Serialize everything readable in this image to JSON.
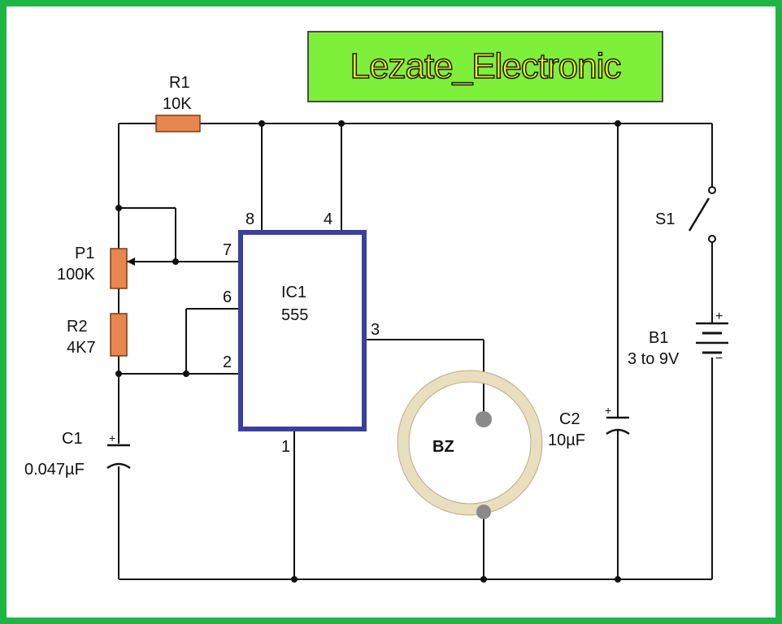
{
  "banner": {
    "text": "Lezate_Electronic"
  },
  "components": {
    "r1": {
      "name": "R1",
      "value": "10K"
    },
    "p1": {
      "name": "P1",
      "value": "100K"
    },
    "r2": {
      "name": "R2",
      "value": "4K7"
    },
    "c1": {
      "name": "C1",
      "value": "0.047µF",
      "polarity": "+"
    },
    "ic1": {
      "name": "IC1",
      "value": "555",
      "pins": {
        "p8": "8",
        "p4": "4",
        "p7": "7",
        "p6": "6",
        "p2": "2",
        "p3": "3",
        "p1": "1"
      }
    },
    "bz": {
      "name": "BZ"
    },
    "c2": {
      "name": "C2",
      "value": "10µF",
      "polarity": "+"
    },
    "s1": {
      "name": "S1"
    },
    "b1": {
      "name": "B1",
      "value": "3 to 9V",
      "plus": "+",
      "minus": "−"
    }
  },
  "colors": {
    "frame": "#1fb545",
    "banner_bg": "#7ff039",
    "banner_text": "#f4f20f",
    "resistor": "#e8864f",
    "ic_outline": "#3a3fa0",
    "buzzer_ring": "#e9dfbe",
    "wire": "#111111"
  },
  "icons": {
    "switch": "spst-switch-icon",
    "battery": "battery-icon",
    "buzzer": "piezo-buzzer-icon"
  }
}
